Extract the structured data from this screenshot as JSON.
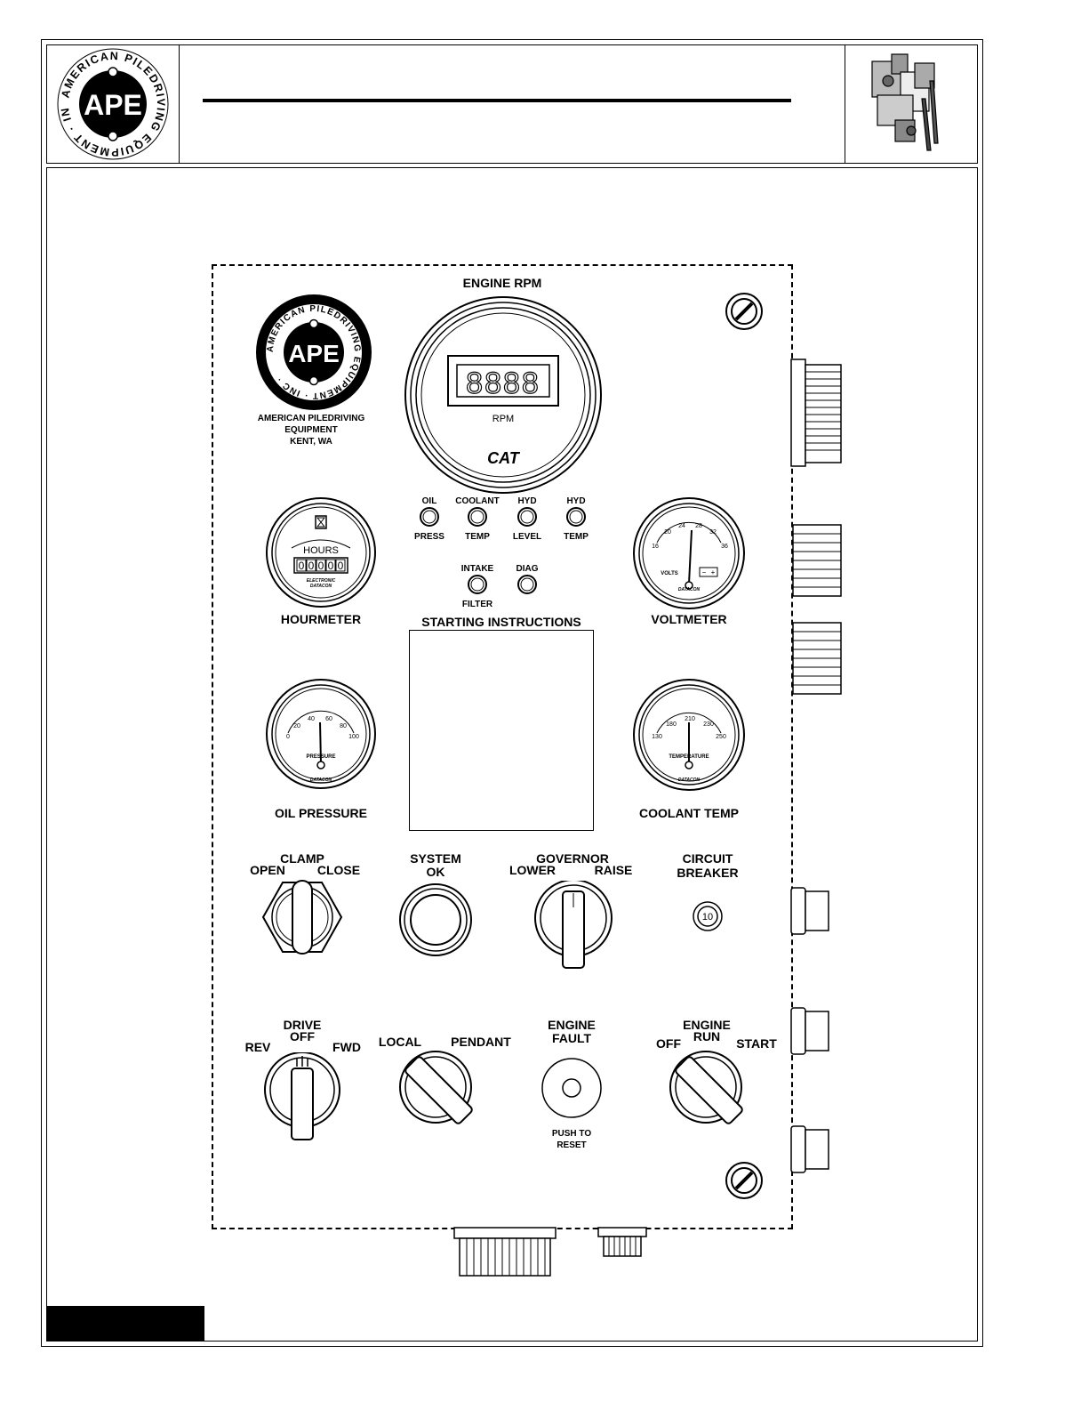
{
  "header": {
    "logo_ring_text": "AMERICAN PILEDRIVING EQUIPMENT · INC ·",
    "logo_text": "APE"
  },
  "panel": {
    "engine_rpm_title": "ENGINE RPM",
    "rpm_display": "8888",
    "rpm_unit": "RPM",
    "cat_badge": "CAT",
    "company_name_line1": "AMERICAN PILEDRIVING",
    "company_name_line2": "EQUIPMENT",
    "company_location": "KENT, WA",
    "indicator_lights": [
      {
        "top": "OIL",
        "bottom": "PRESS"
      },
      {
        "top": "COOLANT",
        "bottom": "TEMP"
      },
      {
        "top": "HYD",
        "bottom": "LEVEL"
      },
      {
        "top": "HYD",
        "bottom": "TEMP"
      },
      {
        "top": "INTAKE",
        "bottom": "FILTER"
      },
      {
        "top": "DIAG",
        "bottom": ""
      }
    ],
    "hourmeter": {
      "label": "HOURMETER",
      "dial_text": "HOURS",
      "counter": [
        "0",
        "0",
        "0",
        "0",
        "0"
      ],
      "brand_line1": "ELECTRONIC",
      "brand_line2": "DATACON"
    },
    "voltmeter": {
      "label": "VOLTMETER",
      "ticks": [
        "16",
        "20",
        "24",
        "28",
        "32",
        "36"
      ],
      "unit": "VOLTS",
      "brand": "DATACON",
      "battery_minus": "−",
      "battery_plus": "+"
    },
    "oil_pressure": {
      "label": "OIL PRESSURE",
      "ticks": [
        "0",
        "20",
        "40",
        "60",
        "80",
        "100"
      ],
      "unit": "PRESSURE",
      "brand": "DATACON"
    },
    "coolant_temp": {
      "label": "COOLANT TEMP",
      "ticks": [
        "130",
        "180",
        "210",
        "230",
        "250"
      ],
      "unit": "TEMPERATURE",
      "brand": "DATACON"
    },
    "starting_instructions": "STARTING INSTRUCTIONS",
    "clamp": {
      "title": "CLAMP",
      "left": "OPEN",
      "right": "CLOSE"
    },
    "system_ok": {
      "line1": "SYSTEM",
      "line2": "OK"
    },
    "governor": {
      "title": "GOVERNOR",
      "left": "LOWER",
      "right": "RAISE"
    },
    "circuit_breaker": {
      "line1": "CIRCUIT",
      "line2": "BREAKER",
      "rating": "10"
    },
    "drive": {
      "title": "DRIVE",
      "center": "OFF",
      "left": "REV",
      "right": "FWD"
    },
    "mode": {
      "left": "LOCAL",
      "right": "PENDANT"
    },
    "engine_fault": {
      "line1": "ENGINE",
      "line2": "FAULT",
      "sub1": "PUSH TO",
      "sub2": "RESET"
    },
    "engine_switch": {
      "title": "ENGINE",
      "center": "RUN",
      "left": "OFF",
      "right": "START"
    }
  }
}
